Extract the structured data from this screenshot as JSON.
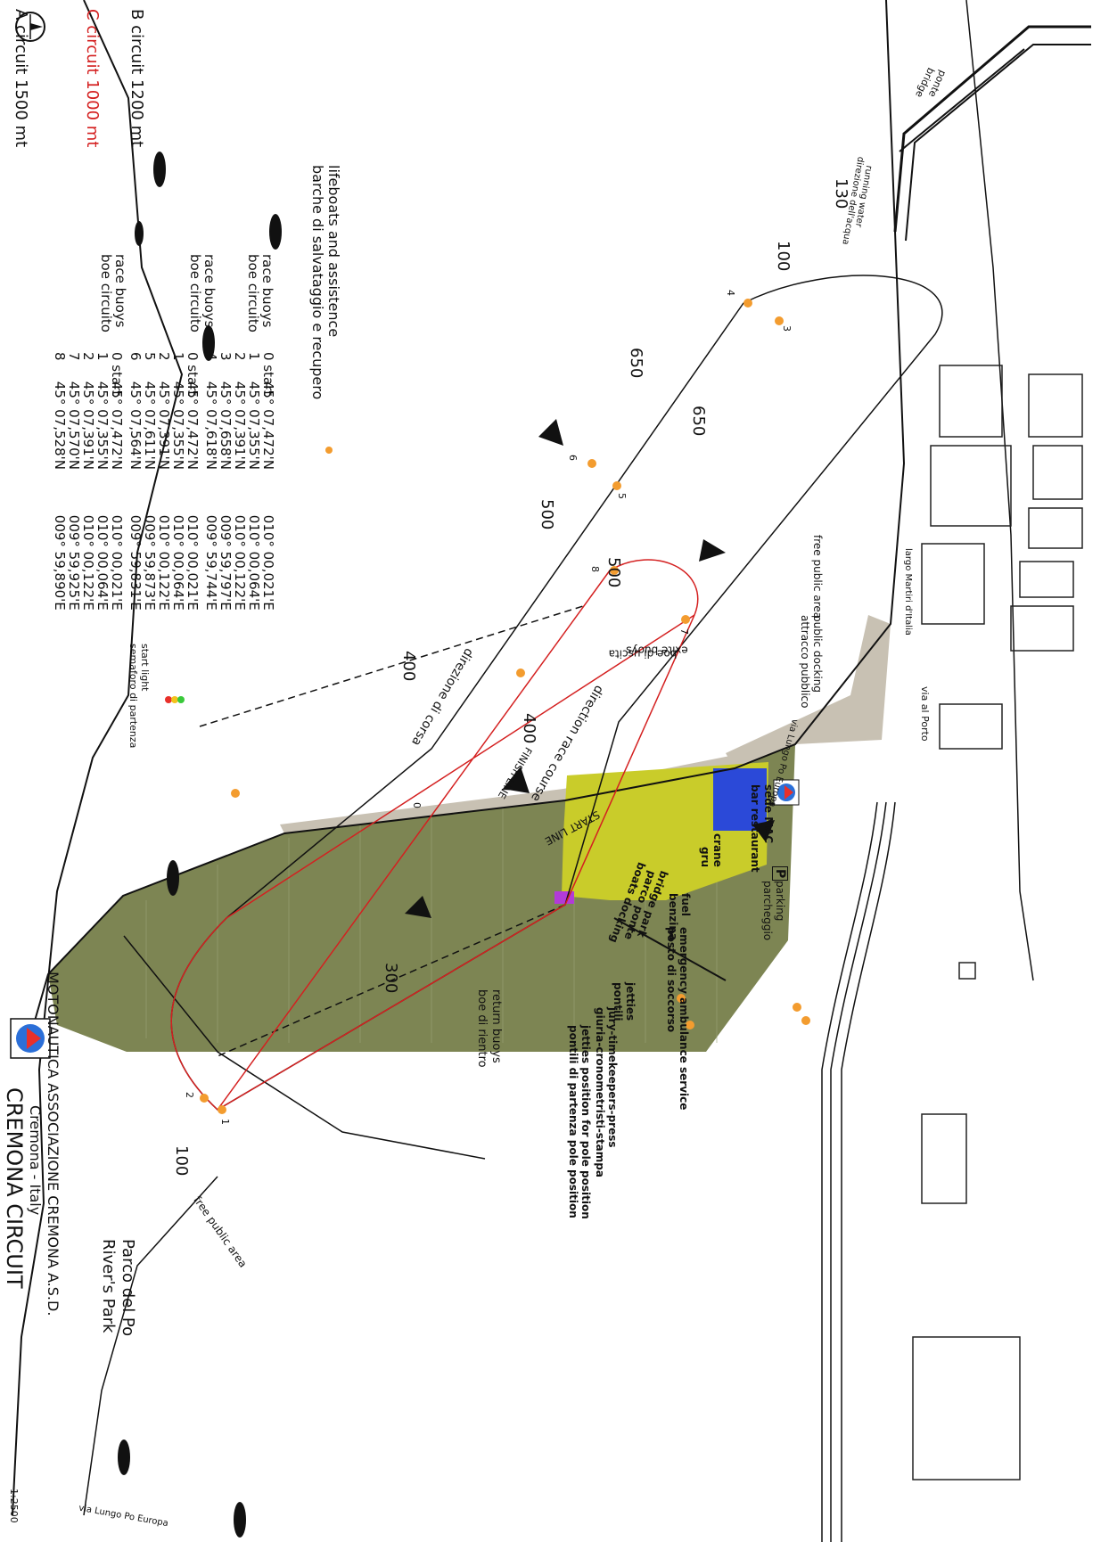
{
  "org": {
    "name": "MOTONAUTICA ASSOCIAZIONE CREMONA A.S.D.",
    "city": "Cremona - Italy"
  },
  "title": "CREMONA CIRCUIT",
  "scale": "1:2500",
  "legend": {
    "lifeboats_en": "lifeboats and assistence",
    "lifeboats_it": "barche di salvataggio e recupero",
    "circuits": [
      {
        "name": "A circuit 1500 mt",
        "buoys_en": "race buoys",
        "buoys_it": "boe circuito",
        "color": "#111111",
        "points": [
          {
            "n": "0 start",
            "lat": "45° 07,472'N",
            "lon": "010° 00,021'E"
          },
          {
            "n": "1",
            "lat": "45° 07,355'N",
            "lon": "010° 00,064'E"
          },
          {
            "n": "2",
            "lat": "45° 07,391'N",
            "lon": "010° 00,122'E"
          },
          {
            "n": "3",
            "lat": "45° 07,658'N",
            "lon": "009° 59,797'E"
          },
          {
            "n": "4",
            "lat": "45° 07,618'N",
            "lon": "009° 59,744'E"
          }
        ]
      },
      {
        "name": "B circuit 1200 mt",
        "buoys_en": "race buoys",
        "buoys_it": "boe circuito",
        "color": "#111111",
        "points": [
          {
            "n": "0 start",
            "lat": "45° 07,472'N",
            "lon": "010° 00,021'E"
          },
          {
            "n": "1",
            "lat": "45° 07,355'N",
            "lon": "010° 00,064'E"
          },
          {
            "n": "2",
            "lat": "45° 07,391'N",
            "lon": "010° 00,122'E"
          },
          {
            "n": "5",
            "lat": "45° 07,611'N",
            "lon": "009° 59,873'E"
          },
          {
            "n": "6",
            "lat": "45° 07,564'N",
            "lon": "009° 59,831'E"
          }
        ]
      },
      {
        "name": "C circuit 1000 mt",
        "buoys_en": "race buoys",
        "buoys_it": "boe circuito",
        "color": "#d42020",
        "points": [
          {
            "n": "0 start",
            "lat": "45° 07,472'N",
            "lon": "010° 00,021'E"
          },
          {
            "n": "1",
            "lat": "45° 07,355'N",
            "lon": "010° 00,064'E"
          },
          {
            "n": "2",
            "lat": "45° 07,391'N",
            "lon": "010° 00,122'E"
          },
          {
            "n": "7",
            "lat": "45° 07,570'N",
            "lon": "009° 59,925'E"
          },
          {
            "n": "8",
            "lat": "45° 07,528'N",
            "lon": "009° 59,890'E"
          }
        ]
      }
    ]
  },
  "labels": {
    "bridge_en": "bridge",
    "bridge_it": "ponte",
    "running_water_en": "running water",
    "running_water_it": "direzione dell'acqua",
    "course_en": "direction race course",
    "course_it": "direzione di corsa",
    "start_light_en": "start light",
    "start_light_it": "semaforo di partenza",
    "start_line": "START LINE",
    "finish_line": "FINISH LINE",
    "return_buoys_en": "return buoys",
    "return_buoys_it": "boe di rientro",
    "exit_buoys_en": "exite buoys",
    "exit_buoys_it": "boe di uscita",
    "docking_en": "public docking",
    "docking_it": "attracco pubblico",
    "free_area": "free public area",
    "park_it": "Parco del Po",
    "park_en": "River's Park",
    "sede": "sede MAC",
    "bar": "bar restaurant",
    "parking_en": "parking",
    "parking_it": "parcheggio",
    "crane_en": "crane",
    "crane_it": "gru",
    "fuel_en": "fuel",
    "fuel_it": "benzina",
    "ambulance_en": "emergency ambulance service",
    "ambulance_it": "posto di soccorso",
    "jetties_en": "jetties",
    "jetties_it": "pontili",
    "bridge_park_en": "bridge park",
    "bridge_park_it": "parco ponte",
    "bridge_park_it2": "boats docking",
    "jury_en": "jury-timekeepers-press",
    "jury_it": "giuria-cronometristi-stampa",
    "pole_en": "jetties position for pole position",
    "pole_it": "pontili di partenza pole position",
    "street_porto": "via al Porto",
    "street_martiri": "largo Martiri d'Italia",
    "street_lungo": "via Lungo Po Europa",
    "street_lungo2": "via Lungo Po Europa",
    "parking_symbol": "P"
  },
  "distances": [
    "130",
    "100",
    "650",
    "650",
    "500",
    "500",
    "400",
    "400",
    "300",
    "100"
  ],
  "buoy_numbers": [
    "4",
    "3",
    "6",
    "5",
    "8",
    "7",
    "0",
    "1",
    "2"
  ],
  "colors": {
    "buoy": "#f39c2f",
    "circuit_c": "#d42020",
    "park": "#7d8553",
    "paddock": "#c9cc2a",
    "building": "#2b49d8",
    "pole": "#b23bd8",
    "road": "#c8c1b3",
    "light_red": "#e8302a",
    "light_yellow": "#f2c21b",
    "light_green": "#39c93a"
  },
  "icons": [
    "compass-icon",
    "lifeboat-icon",
    "buoy-icon",
    "logo-icon",
    "parking-icon",
    "arrow-icon"
  ]
}
